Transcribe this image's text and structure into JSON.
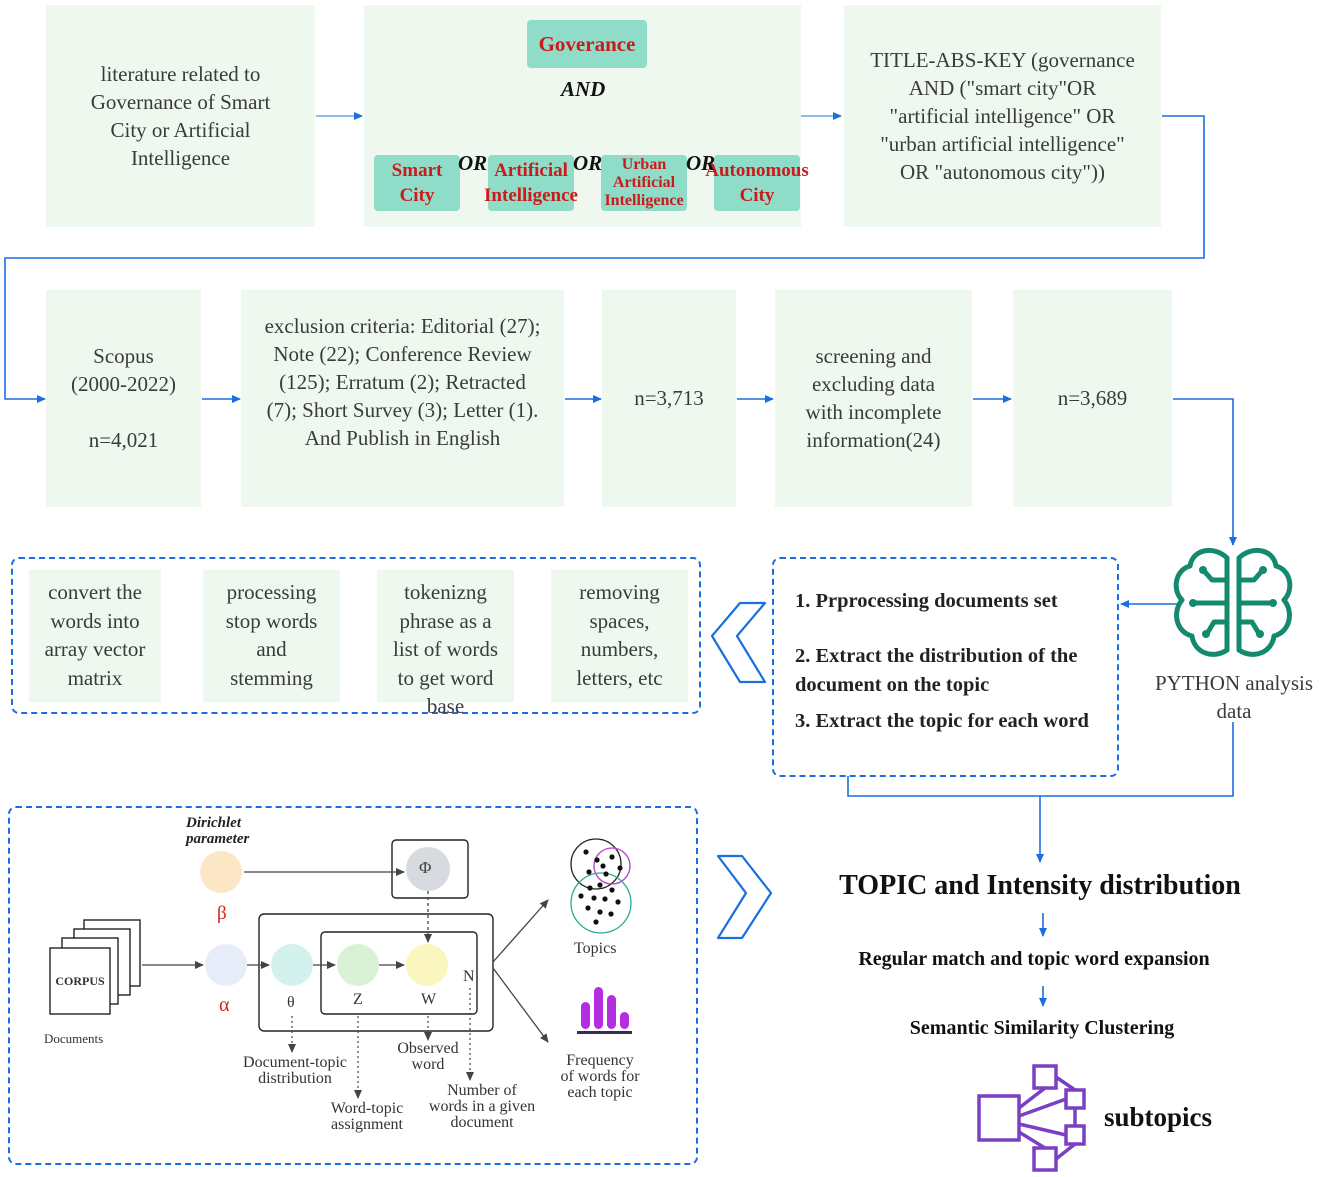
{
  "row1": {
    "literature": "literature related to Governance of Smart City or Artificial Intelligence",
    "governance": "Goverance",
    "and_label": "AND",
    "or_label": "OR",
    "smart_city": [
      "Smart",
      "City"
    ],
    "artificial_intelligence": [
      "Artificial",
      "Intelligence"
    ],
    "urban_ai": [
      "Urban",
      "Artificial",
      "Intelligence"
    ],
    "autonomous_city": [
      "Autonomous",
      "City"
    ],
    "query": "TITLE-ABS-KEY (governance AND (\"smart city\"OR \"artificial intelligence\" OR \"urban artificial intelligence\" OR \"autonomous city\"))"
  },
  "row2": {
    "scopus": "Scopus",
    "scopus_years": "(2000-2022)",
    "scopus_n": "n=4,021",
    "exclusion": "exclusion criteria: Editorial (27); Note (22); Conference Review (125); Erratum (2); Retracted (7); Short Survey (3); Letter (1). And Publish in English",
    "n_3713": "n=3,713",
    "screening": "screening and excluding data with incomplete information(24)",
    "n_3689": "n=3,689"
  },
  "row3": {
    "convert": "convert the words into array vector matrix",
    "stopwords": "processing stop words and stemming",
    "tokenize": "tokenizng phrase as a list of words to get word base",
    "removing": "removing spaces, numbers, letters, etc",
    "step1": "1. Prprocessing documents set",
    "step2": "2. Extract the distribution of the document on the topic",
    "step3": "3. Extract the topic for each word",
    "python": "PYTHON analysis data"
  },
  "lda": {
    "dirichlet": [
      "Dirichlet",
      "parameter"
    ],
    "phi": "Φ",
    "beta": "β",
    "alpha": "α",
    "theta": "θ",
    "z": "Z",
    "w": "W",
    "n": "N",
    "corpus": "CORPUS",
    "documents": "Documents",
    "topics": "Topics",
    "doc_topic": [
      "Document-topic",
      "distribution"
    ],
    "observed": [
      "Observed",
      "word"
    ],
    "word_topic": [
      "Word-topic",
      "assignment"
    ],
    "num_words": [
      "Number of",
      "words in a given",
      "document"
    ],
    "frequency": [
      "Frequency",
      "of words for",
      "each topic"
    ]
  },
  "results": {
    "topic_intensity": "TOPIC and Intensity distribution",
    "regular_match": "Regular match and topic word expansion",
    "semantic": "Semantic Similarity Clustering",
    "subtopics": "subtopics"
  },
  "colors": {
    "box_fill": "#eef8ee",
    "teal": "#8fdcc8",
    "red_text": "#cc1a1a",
    "arrow_blue": "#1a6fe0",
    "python_green": "#138a6e",
    "network_purple": "#7b3fc4"
  }
}
